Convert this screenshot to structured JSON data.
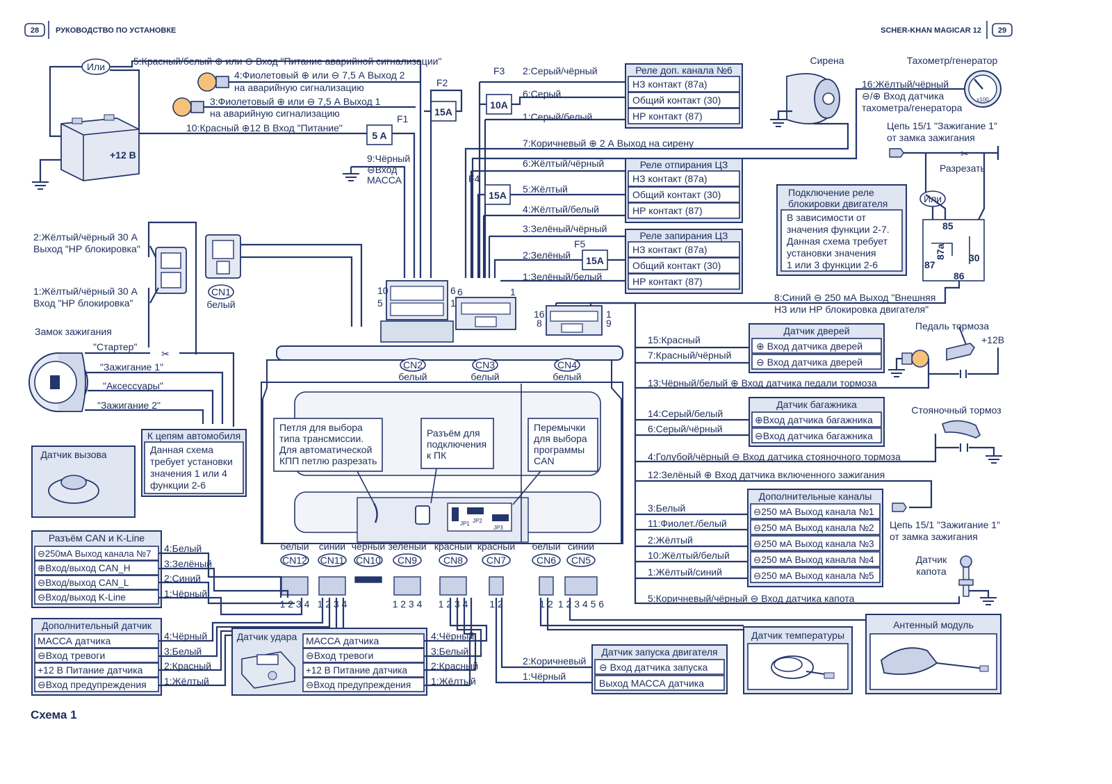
{
  "header": {
    "page_left": "28",
    "title_left": "РУКОВОДСТВО ПО УСТАНОВКЕ",
    "title_right": "SCHER-KHAN MAGICAR 12",
    "page_right": "29"
  },
  "caption": "Схема 1",
  "top_wires": {
    "w5": "5:Красный/белый ⊕ или ⊖ Вход \"Питание аварийной сигнализации\"",
    "ili": "Или",
    "w4a": "4:Фиолетовый ⊕ или ⊖ 7,5 А Выход 2",
    "w4b": "на аварийную сигнализацию",
    "w3a": "3:Фиолетовый ⊕ или ⊖ 7,5 А Выход 1",
    "w3b": "на аварийную сигнализацию",
    "w10": "10:Красный ⊕12 В Вход \"Питание\"",
    "battery": "+12 В",
    "w9a": "9:Чёрный",
    "w9b": "⊖Вход",
    "w9c": "МАССА",
    "f1": "F1",
    "f1v": "5 A",
    "f2": "F2",
    "f2v": "15A",
    "f3": "F3",
    "f3v": "10A",
    "f4": "F4",
    "f4v": "15A",
    "f5": "F5",
    "f5v": "15A"
  },
  "relay6": {
    "title": "Реле доп. канала №6",
    "r1": "НЗ контакт (87а)",
    "r2": "Общий контакт (30)",
    "r3": "НР контакт (87)",
    "w2": "2:Серый/чёрный",
    "w6": "6:Серый",
    "w1": "1:Серый/белый"
  },
  "siren": {
    "label": "Сирена",
    "wire": "7:Коричневый ⊕ 2 А Выход на сирену"
  },
  "tacho": {
    "label": "Тахометр/генератор",
    "w1": "16:Жёлтый/чёрный",
    "w2": "⊖/⊕ Вход датчика",
    "w3": "тахометра/генератора",
    "x": "x100"
  },
  "ign_top": {
    "l1": "Цепь 15/1 \"Зажигание 1\"",
    "l2": "от замка зажигания",
    "cut": "Разрезать"
  },
  "relay_unlock": {
    "title": "Реле отпирания ЦЗ",
    "r1": "НЗ контакт (87а)",
    "r2": "Общий контакт (30)",
    "r3": "НР контакт (87)",
    "w6": "6:Жёлтый/чёрный",
    "w5": "5:Жёлтый",
    "w4": "4:Жёлтый/белый"
  },
  "relay_lock": {
    "title": "Реле запирания ЦЗ",
    "r1": "НЗ контакт (87а)",
    "r2": "Общий контакт (30)",
    "r3": "НР контакт (87)",
    "w3": "3:Зелёный/чёрный",
    "w2": "2:Зелёный",
    "w1": "1:Зелёный/белый"
  },
  "block_relay": {
    "t1": "Подключение реле",
    "t2": "блокировки двигателя",
    "b1": "В зависимости от",
    "b2": "значения функции 2-7.",
    "b3": "Данная схема требует",
    "b4": "установки значения",
    "b5": "1 или 3 функции 2-6",
    "ili": "Или",
    "p85": "85",
    "p87a": "87a",
    "p87": "87",
    "p30": "30",
    "p86": "86"
  },
  "w8": {
    "l1": "8:Синий ⊖ 250 мА Выход \"Внешняя",
    "l2": "НЗ или НР блокировка двигателя\""
  },
  "cn1": {
    "w2a": "2:Жёлтый/чёрный 30 А",
    "w2b": "Выход \"НР блокировка\"",
    "w1a": "1:Жёлтый/чёрный 30 А",
    "w1b": "Вход \"НР блокировка\"",
    "name": "CN1",
    "color": "белый"
  },
  "ignition": {
    "title": "Замок зажигания",
    "k1": "\"Стартер\"",
    "k2": "\"Зажигание 1\"",
    "k3": "\"Аксессуары\"",
    "k4": "\"Зажигание 2\""
  },
  "car_circuits": {
    "title": "К цепям автомобиля",
    "b1": "Данная схема",
    "b2": "требует установки",
    "b3": "значения 1 или 4",
    "b4": "функции 2-6"
  },
  "call_sensor": {
    "title": "Датчик вызова"
  },
  "unit": {
    "cn2": "CN2",
    "cn2c": "белый",
    "cn3": "CN3",
    "cn3c": "белый",
    "cn4": "CN4",
    "cn4c": "белый",
    "loop1": "Петля для выбора",
    "loop2": "типа трансмиссии.",
    "loop3": "Для автоматической",
    "loop4": "КПП петлю разрезать",
    "pc1": "Разъём для",
    "pc2": "подключения",
    "pc3": "к ПК",
    "jp1": "Перемычки",
    "jp2": "для выбора",
    "jp3": "программы",
    "jp4": "CAN",
    "jpa": "JP1",
    "jpb": "JP2",
    "jpc": "JP3"
  },
  "bottom_connectors": [
    {
      "name": "CN12",
      "color": "белый"
    },
    {
      "name": "CN11",
      "color": "синий"
    },
    {
      "name": "CN10",
      "color": "чёрный"
    },
    {
      "name": "CN9",
      "color": "зелёный"
    },
    {
      "name": "CN8",
      "color": "красный"
    },
    {
      "name": "CN7",
      "color": "красный"
    },
    {
      "name": "CN6",
      "color": "белый"
    },
    {
      "name": "CN5",
      "color": "синий"
    }
  ],
  "pins": {
    "p4": "1 2 3 4",
    "p2": "1 2",
    "p6": "1 2 3 4 5 6"
  },
  "cn4_nums": {
    "a": "16",
    "b": "8",
    "c": "1",
    "d": "9"
  },
  "cn2_nums": {
    "a": "10",
    "b": "5",
    "c": "6",
    "d": "1"
  },
  "cn3_nums": {
    "a": "6",
    "b": "1"
  },
  "door": {
    "title": "Датчик дверей",
    "r1": "⊕ Вход датчика дверей",
    "r2": "⊖ Вход датчика дверей",
    "w15": "15:Красный",
    "w7": "7:Красный/чёрный"
  },
  "brake": {
    "label": "Педаль тормоза",
    "v": "+12В",
    "w13": "13:Чёрный/белый ⊕ Вход датчика педали тормоза"
  },
  "trunk": {
    "title": "Датчик багажника",
    "r1": "⊕Вход датчика багажника",
    "r2": "⊖Вход датчика багажника",
    "w14": "14:Серый/белый",
    "w6": "6:Серый/чёрный"
  },
  "park": {
    "label": "Стояночный тормоз",
    "w4": "4:Голубой/чёрный ⊖ Вход датчика стояночного тормоза"
  },
  "w12": "12:Зелёный ⊕ Вход датчика включенного зажигания",
  "extra": {
    "title": "Дополнительные каналы",
    "r1": "⊖250 мА Выход канала №1",
    "r2": "⊖250 мА Выход канала №2",
    "r3": "⊖250 мА Выход канала №3",
    "r4": "⊖250 мА Выход канала №4",
    "r5": "⊖250 мА Выход канала №5",
    "w3": "3:Белый",
    "w11": "11:Фиолет./белый",
    "w2": "2:Жёлтый",
    "w10": "10:Жёлтый/белый",
    "w1": "1:Жёлтый/синий"
  },
  "ign_bottom": {
    "l1": "Цепь 15/1 \"Зажигание 1\"",
    "l2": "от замка зажигания"
  },
  "hood": {
    "l1": "Датчик",
    "l2": "капота",
    "w5": "5:Коричневый/чёрный ⊖ Вход датчика капота"
  },
  "can": {
    "title": "Разъём CAN и K-Line",
    "r1": "⊖250мА Выход канала №7",
    "r2": "⊕Вход/выход CAN_H",
    "r3": "⊖Вход/выход CAN_L",
    "r4": "⊖Вход/выход K-Line",
    "w4": "4:Белый",
    "w3": "3:Зелёный",
    "w2": "2:Синий",
    "w1": "1:Чёрный"
  },
  "extra_sensor": {
    "title": "Дополнительный датчик",
    "r1": "МАССА датчика",
    "r2": "⊖Вход тревоги",
    "r3": "+12 В Питание датчика",
    "r4": "⊖Вход предупреждения",
    "w4": "4:Чёрный",
    "w3": "3:Белый",
    "w2": "2:Красный",
    "w1": "1:Жёлтый"
  },
  "shock": {
    "title": "Датчик удара",
    "r1": "МАССА датчика",
    "r2": "⊖Вход тревоги",
    "r3": "+12 В Питание датчика",
    "r4": "⊖Вход предупреждения",
    "w4": "4:Чёрный",
    "w3": "3:Белый",
    "w2": "2:Красный",
    "w1": "1:Жёлтый"
  },
  "engine_start": {
    "title": "Датчик запуска двигателя",
    "r1": "⊖ Вход датчика запуска",
    "r2": "Выход МАССА датчика",
    "w2": "2:Коричневый",
    "w1": "1:Чёрный"
  },
  "temp": {
    "title": "Датчик температуры"
  },
  "antenna": {
    "title": "Антенный модуль"
  }
}
